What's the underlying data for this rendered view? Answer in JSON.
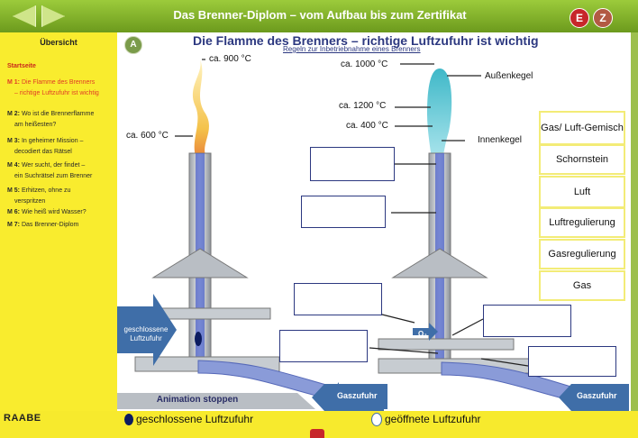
{
  "header": {
    "title": "Das Brenner-Diplom – vom Aufbau bis zum Zertifikat",
    "btn_e": "E",
    "btn_z": "Z"
  },
  "sidebar": {
    "heading": "Übersicht",
    "start": "Startseite",
    "items": [
      {
        "num": "M 1:",
        "text": "Die Flamme des Brenners",
        "line2": "– richtige Luftzufuhr ist wichtig"
      },
      {
        "num": "M 2:",
        "text": "Wo ist die Brennerflamme",
        "line2": "am heißesten?"
      },
      {
        "num": "M 3:",
        "text": "In geheimer Mission –",
        "line2": "decodiert das Rätsel"
      },
      {
        "num": "M 4:",
        "text": "Wer sucht, der findet –",
        "line2": "ein Suchrätsel zum Brenner"
      },
      {
        "num": "M 5:",
        "text": "Erhitzen, ohne zu",
        "line2": "verspritzen"
      },
      {
        "num": "M 6:",
        "text": "Wie heiß wird Wasser?",
        "line2": ""
      },
      {
        "num": "M 7:",
        "text": "Das Brenner-Diplom",
        "line2": ""
      }
    ]
  },
  "main": {
    "a_button": "A",
    "title": "Die Flamme des Brenners – richtige Luftzufuhr ist wichtig",
    "subtitle": "Regeln zur Inbetriebnahme eines Brenners",
    "left": {
      "t900": "ca. 900 °C",
      "t600": "ca. 600 °C",
      "closed_label": "geschlossene Luftzufuhr",
      "gas": "Gaszufuhr"
    },
    "right": {
      "t1000": "ca. 1000 °C",
      "t1200": "ca. 1200 °C",
      "t400": "ca. 400 °C",
      "outer": "Außenkegel",
      "inner": "Innenkegel",
      "o2": "O₂",
      "gas": "Gaszufuhr"
    },
    "answers": [
      "Gas/ Luft-Gemisch",
      "Schornstein",
      "Luft",
      "Luftregulierung",
      "Gasregulierung",
      "Gas"
    ],
    "stop_animation": "Animation stoppen"
  },
  "legend": {
    "closed": "geschlossene Luftzufuhr",
    "open": "geöffnete Luftzufuhr"
  },
  "footer": {
    "logo": "RAABE"
  }
}
